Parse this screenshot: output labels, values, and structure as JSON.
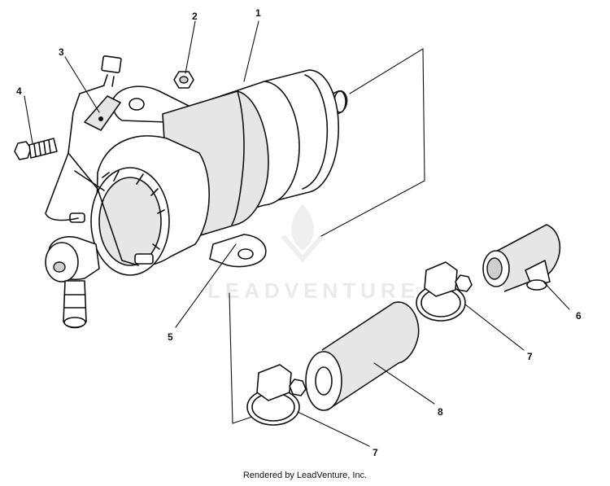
{
  "diagram": {
    "callouts": [
      {
        "id": "c1",
        "label": "1"
      },
      {
        "id": "c2",
        "label": "2"
      },
      {
        "id": "c3",
        "label": "3"
      },
      {
        "id": "c4",
        "label": "4"
      },
      {
        "id": "c5",
        "label": "5"
      },
      {
        "id": "c6",
        "label": "6"
      },
      {
        "id": "c7a",
        "label": "7"
      },
      {
        "id": "c7b",
        "label": "7"
      },
      {
        "id": "c8",
        "label": "8"
      }
    ],
    "watermark": "LEADVENTURE"
  },
  "footer": {
    "text": "Rendered by LeadVenture, Inc."
  }
}
